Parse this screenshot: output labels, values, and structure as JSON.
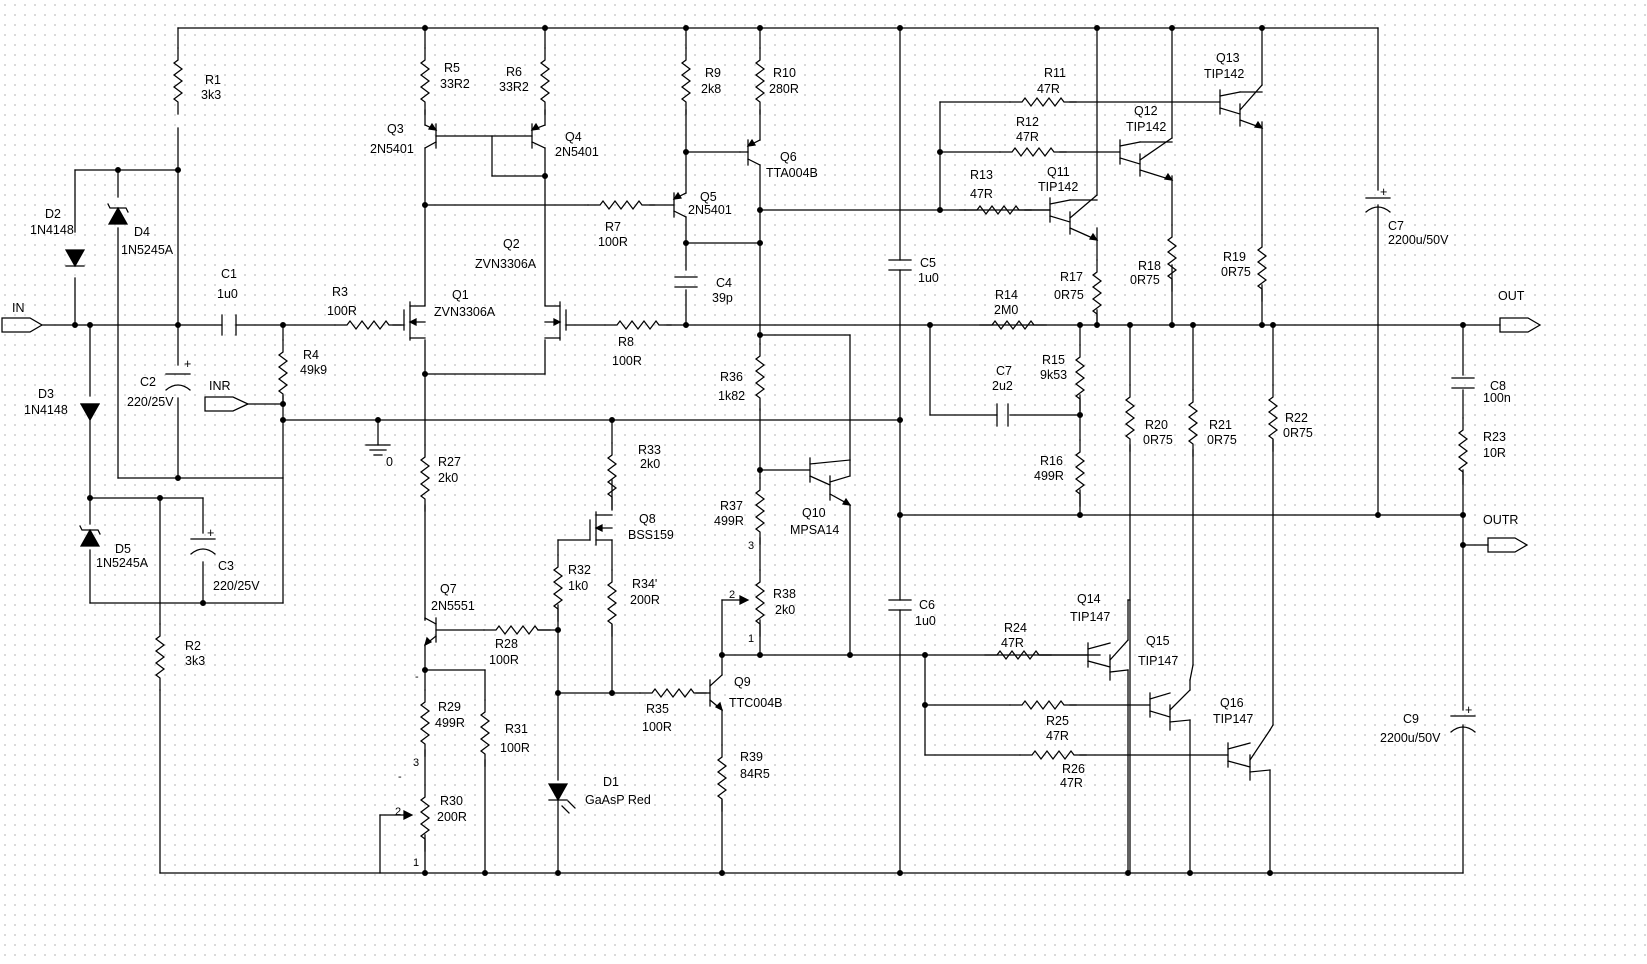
{
  "title": "",
  "colors": {
    "background": "#ffffff",
    "grid_dots": "#cfcfcf",
    "ink": "#000000"
  },
  "ports": {
    "in": "IN",
    "inr": "INR",
    "out": "OUT",
    "outr": "OUTR",
    "ground": "0"
  },
  "pin_labels": {
    "one": "1",
    "two": "2",
    "three": "3",
    "minus": "-",
    "plus": "+"
  },
  "components": [
    {
      "ref": "R1",
      "value": "3k3"
    },
    {
      "ref": "R2",
      "value": "3k3"
    },
    {
      "ref": "R3",
      "value": "100R"
    },
    {
      "ref": "R4",
      "value": "49k9"
    },
    {
      "ref": "R5",
      "value": "33R2"
    },
    {
      "ref": "R6",
      "value": "33R2"
    },
    {
      "ref": "R7",
      "value": "100R"
    },
    {
      "ref": "R8",
      "value": "100R"
    },
    {
      "ref": "R9",
      "value": "2k8"
    },
    {
      "ref": "R10",
      "value": "280R"
    },
    {
      "ref": "R11",
      "value": "47R"
    },
    {
      "ref": "R12",
      "value": "47R"
    },
    {
      "ref": "R13",
      "value": "47R"
    },
    {
      "ref": "R14",
      "value": "2M0"
    },
    {
      "ref": "R15",
      "value": "9k53"
    },
    {
      "ref": "R16",
      "value": "499R"
    },
    {
      "ref": "R17",
      "value": "0R75"
    },
    {
      "ref": "R18",
      "value": "0R75"
    },
    {
      "ref": "R19",
      "value": "0R75"
    },
    {
      "ref": "R20",
      "value": "0R75"
    },
    {
      "ref": "R21",
      "value": "0R75"
    },
    {
      "ref": "R22",
      "value": "0R75"
    },
    {
      "ref": "R23",
      "value": "10R"
    },
    {
      "ref": "R24",
      "value": "47R"
    },
    {
      "ref": "R25",
      "value": "47R"
    },
    {
      "ref": "R26",
      "value": "47R"
    },
    {
      "ref": "R27",
      "value": "2k0"
    },
    {
      "ref": "R28",
      "value": "100R"
    },
    {
      "ref": "R29",
      "value": "499R"
    },
    {
      "ref": "R30",
      "value": "200R"
    },
    {
      "ref": "R31",
      "value": "100R"
    },
    {
      "ref": "R32",
      "value": "1k0"
    },
    {
      "ref": "R33",
      "value": "2k0"
    },
    {
      "ref": "R34'",
      "value": "200R"
    },
    {
      "ref": "R35",
      "value": "100R"
    },
    {
      "ref": "R36",
      "value": "1k82"
    },
    {
      "ref": "R37",
      "value": "499R"
    },
    {
      "ref": "R38",
      "value": "2k0"
    },
    {
      "ref": "R39",
      "value": "84R5"
    },
    {
      "ref": "C1",
      "value": "1u0"
    },
    {
      "ref": "C2",
      "value": "220/25V"
    },
    {
      "ref": "C3",
      "value": "220/25V"
    },
    {
      "ref": "C4",
      "value": "39p"
    },
    {
      "ref": "C5",
      "value": "1u0"
    },
    {
      "ref": "C6",
      "value": "1u0"
    },
    {
      "ref": "C7",
      "value": "2u2"
    },
    {
      "ref": "C7",
      "value": "2200u/50V"
    },
    {
      "ref": "C8",
      "value": "100n"
    },
    {
      "ref": "C9",
      "value": "2200u/50V"
    },
    {
      "ref": "D1",
      "value": "GaAsP Red"
    },
    {
      "ref": "D2",
      "value": "1N4148"
    },
    {
      "ref": "D3",
      "value": "1N4148"
    },
    {
      "ref": "D4",
      "value": "1N5245A"
    },
    {
      "ref": "D5",
      "value": "1N5245A"
    },
    {
      "ref": "Q1",
      "value": "ZVN3306A"
    },
    {
      "ref": "Q2",
      "value": "ZVN3306A"
    },
    {
      "ref": "Q3",
      "value": "2N5401"
    },
    {
      "ref": "Q4",
      "value": "2N5401"
    },
    {
      "ref": "Q5",
      "value": "2N5401"
    },
    {
      "ref": "Q6",
      "value": "TTA004B"
    },
    {
      "ref": "Q7",
      "value": "2N5551"
    },
    {
      "ref": "Q8",
      "value": "BSS159"
    },
    {
      "ref": "Q9",
      "value": "TTC004B"
    },
    {
      "ref": "Q10",
      "value": "MPSA14"
    },
    {
      "ref": "Q11",
      "value": "TIP142"
    },
    {
      "ref": "Q12",
      "value": "TIP142"
    },
    {
      "ref": "Q13",
      "value": "TIP142"
    },
    {
      "ref": "Q14",
      "value": "TIP147"
    },
    {
      "ref": "Q15",
      "value": "TIP147"
    },
    {
      "ref": "Q16",
      "value": "TIP147"
    }
  ]
}
